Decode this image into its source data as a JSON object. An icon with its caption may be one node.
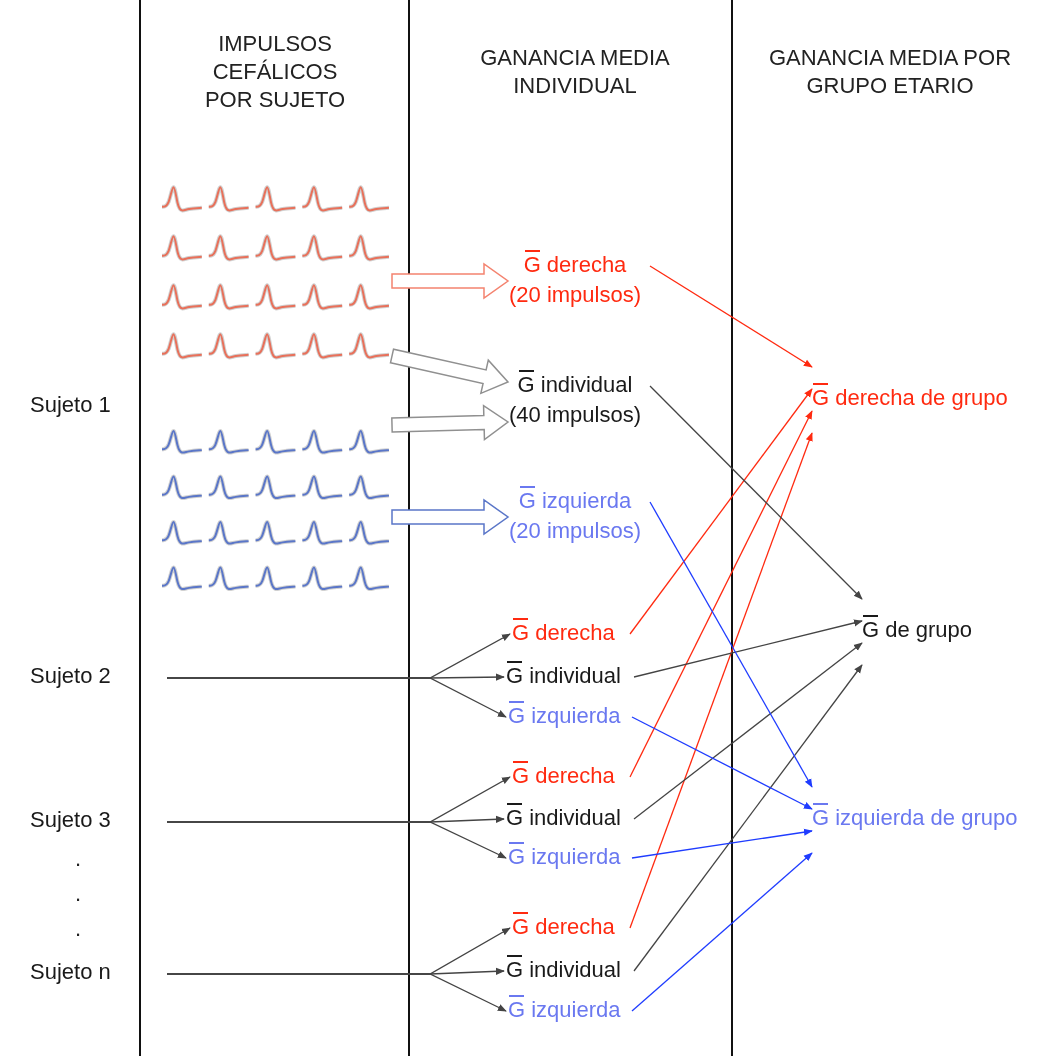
{
  "diagram": {
    "nodes": [
      {
        "text": [
          "Sujeto 1"
        ]
      },
      {
        "text": [],
        "shape": "picture"
      },
      {
        "text": [],
        "shape": "picture"
      },
      {
        "text": [
          "G derecha",
          "(20 impulsos)"
        ]
      },
      {
        "text": [
          "G individual",
          "(40 impulsos)"
        ]
      },
      {
        "text": [
          "G izquierda",
          "(20 impulsos)"
        ]
      },
      {
        "text": [
          "Sujeto 2"
        ]
      },
      {
        "text": [
          "G derecha"
        ]
      },
      {
        "text": [
          "G individual"
        ]
      },
      {
        "text": [
          "G izquierda"
        ]
      },
      {
        "text": [
          "Sujeto 3"
        ]
      },
      {
        "text": [
          "G derecha"
        ]
      },
      {
        "text": [
          "G individual"
        ]
      },
      {
        "text": [
          "G izquierda"
        ]
      },
      {
        "text": [
          "Sujeto n"
        ]
      },
      {
        "text": [
          "G derecha"
        ]
      },
      {
        "text": [
          "G individual"
        ]
      },
      {
        "text": [
          "G izquierda"
        ]
      },
      {
        "text": [
          "G derecha de grupo"
        ]
      },
      {
        "text": [
          "G de grupo"
        ]
      },
      {
        "text": [
          "G izquierda de grupo"
        ]
      }
    ],
    "edges": [
      {
        "from": 1,
        "to": 3,
        "arrow": "to",
        "style": "thick",
        "color": "#f4836f"
      },
      {
        "from": 1,
        "to": 4,
        "arrow": "to",
        "style": "thick",
        "color": "#909090"
      },
      {
        "from": 2,
        "to": 4,
        "arrow": "to",
        "style": "thick",
        "color": "#909090"
      },
      {
        "from": 2,
        "to": 5,
        "arrow": "to",
        "style": "thick",
        "color": "#5a76c8"
      },
      {
        "from": 6,
        "to": 7,
        "arrow": "to"
      },
      {
        "from": 6,
        "to": 8,
        "arrow": "to"
      },
      {
        "from": 6,
        "to": 9,
        "arrow": "to"
      },
      {
        "from": 10,
        "to": 11,
        "arrow": "to"
      },
      {
        "from": 10,
        "to": 12,
        "arrow": "to"
      },
      {
        "from": 10,
        "to": 13,
        "arrow": "to"
      },
      {
        "from": 14,
        "to": 15,
        "arrow": "to"
      },
      {
        "from": 14,
        "to": 16,
        "arrow": "to"
      },
      {
        "from": 14,
        "to": 17,
        "arrow": "to"
      },
      {
        "from": 3,
        "to": 18,
        "arrow": "to",
        "color": "#ff2a10"
      },
      {
        "from": 7,
        "to": 18,
        "arrow": "to",
        "color": "#ff2a10"
      },
      {
        "from": 11,
        "to": 18,
        "arrow": "to",
        "color": "#ff2a10"
      },
      {
        "from": 15,
        "to": 18,
        "arrow": "to",
        "color": "#ff2a10"
      },
      {
        "from": 4,
        "to": 19,
        "arrow": "to"
      },
      {
        "from": 8,
        "to": 19,
        "arrow": "to"
      },
      {
        "from": 12,
        "to": 19,
        "arrow": "to"
      },
      {
        "from": 16,
        "to": 19,
        "arrow": "to"
      },
      {
        "from": 5,
        "to": 20,
        "arrow": "to",
        "color": "#1f3cff"
      },
      {
        "from": 9,
        "to": 20,
        "arrow": "to",
        "color": "#1f3cff"
      },
      {
        "from": 13,
        "to": 20,
        "arrow": "to",
        "color": "#1f3cff"
      },
      {
        "from": 17,
        "to": 20,
        "arrow": "to",
        "color": "#1f3cff"
      }
    ],
    "labels": [
      "IMPULSOS CEFÁLICOS POR SUJETO",
      "GANANCIA MEDIA INDIVIDUAL",
      "GANANCIA MEDIA POR GRUPO ETARIO",
      ".",
      ".",
      "."
    ]
  }
}
